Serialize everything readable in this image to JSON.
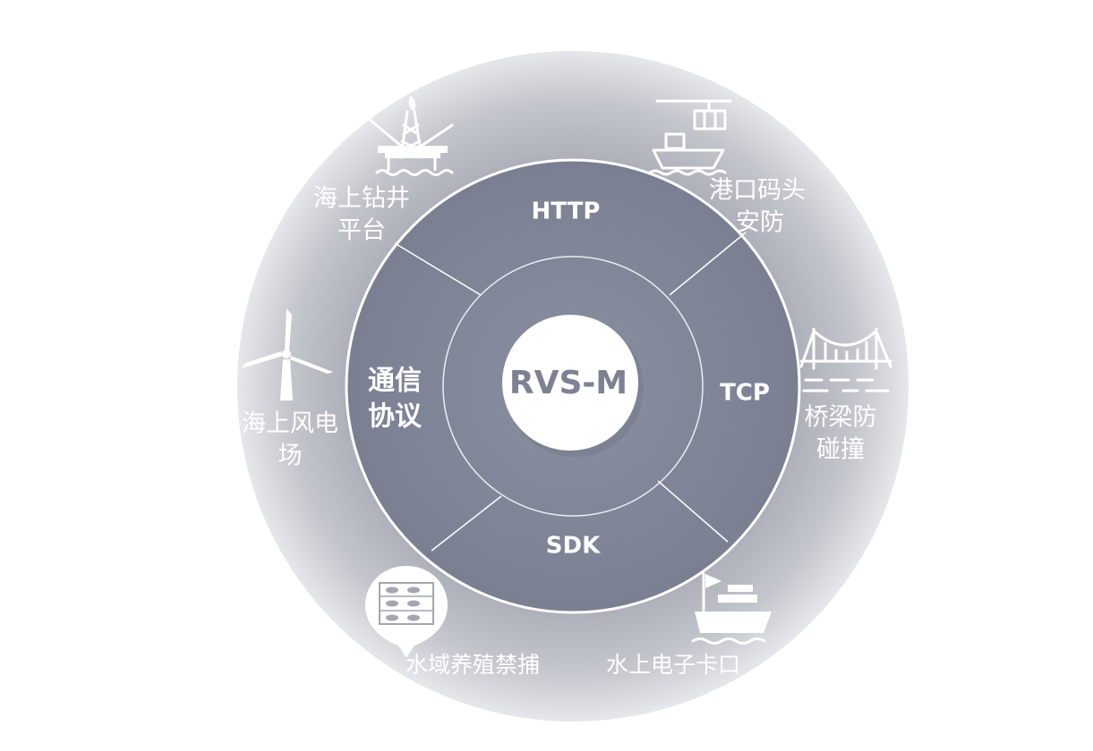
{
  "center": {
    "title": "RVS-M"
  },
  "protocols": {
    "group_label_line1": "通信",
    "group_label_line2": "协议",
    "items": [
      "HTTP",
      "TCP",
      "SDK"
    ]
  },
  "applications": [
    {
      "line1": "海上钻井",
      "line2": "平台",
      "icon": "oil-rig-icon"
    },
    {
      "line1": "港口码头",
      "line2": "安防",
      "icon": "port-crane-ship-icon"
    },
    {
      "line1": "海上风电",
      "line2": "场",
      "icon": "wind-turbine-icon"
    },
    {
      "line1": "桥梁防",
      "line2": "碰撞",
      "icon": "bridge-icon"
    },
    {
      "line1": "水域养殖禁捕",
      "line2": "",
      "icon": "fish-farm-icon"
    },
    {
      "line1": "水上电子卡口",
      "line2": "",
      "icon": "ship-flag-icon"
    }
  ],
  "colors": {
    "outer_ring": "#a9acb6",
    "inner_ring": "#7f8497",
    "core": "#ffffff",
    "lines": "#ffffff"
  }
}
